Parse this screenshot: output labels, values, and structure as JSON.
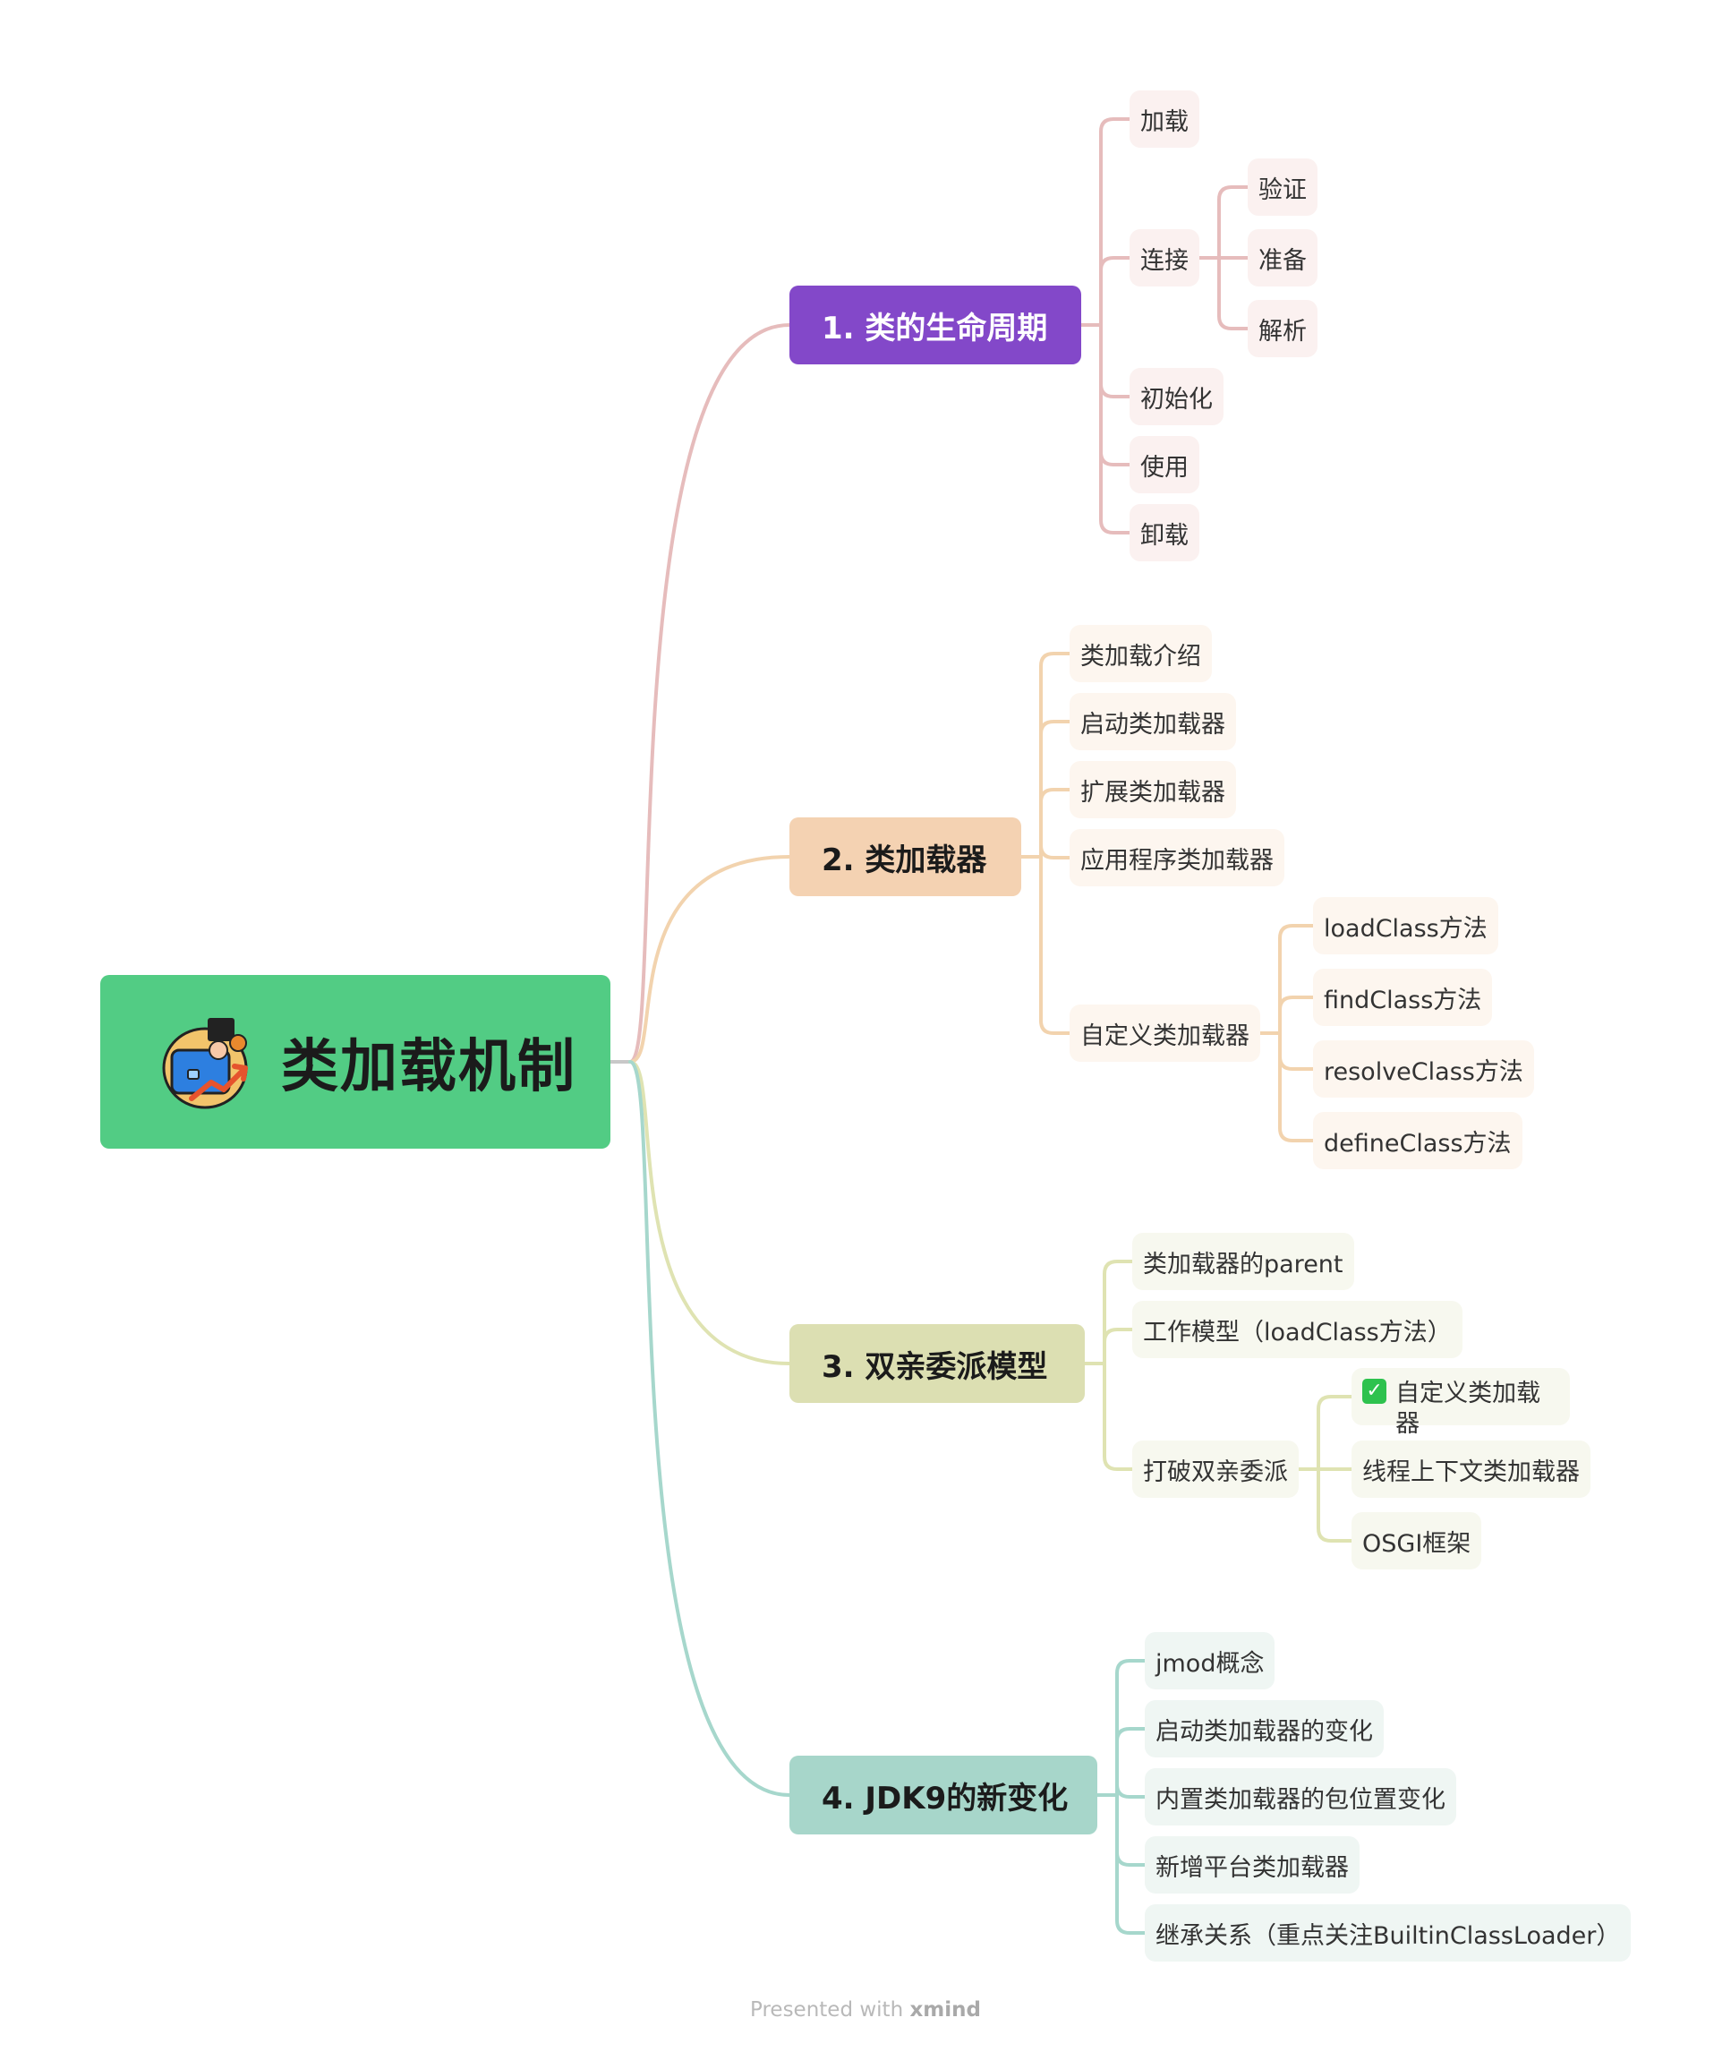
{
  "root": {
    "label": "类加载机制",
    "color": "#52cc84",
    "icon": "briefcase-growth-icon"
  },
  "branches": [
    {
      "label": "1. 类的生命周期",
      "bg": "#8348c9",
      "text_color": "#ffffff",
      "line_color": "#e6bcbc",
      "child_bg": "#fbf1f0",
      "children": [
        {
          "label": "加载"
        },
        {
          "label": "连接",
          "children": [
            {
              "label": "验证"
            },
            {
              "label": "准备"
            },
            {
              "label": "解析"
            }
          ]
        },
        {
          "label": "初始化"
        },
        {
          "label": "使用"
        },
        {
          "label": "卸载"
        }
      ]
    },
    {
      "label": "2. 类加载器",
      "bg": "#f4d2b2",
      "text_color": "#1b1b1b",
      "line_color": "#f2d3ae",
      "child_bg": "#fdf6ef",
      "children": [
        {
          "label": "类加载介绍"
        },
        {
          "label": "启动类加载器"
        },
        {
          "label": "扩展类加载器"
        },
        {
          "label": "应用程序类加载器"
        },
        {
          "label": "自定义类加载器",
          "children": [
            {
              "label": "loadClass方法"
            },
            {
              "label": "findClass方法"
            },
            {
              "label": "resolveClass方法"
            },
            {
              "label": "defineClass方法"
            }
          ]
        }
      ]
    },
    {
      "label": "3. 双亲委派模型",
      "bg": "#dcdfb2",
      "text_color": "#1b1b1b",
      "line_color": "#dfe3b2",
      "child_bg": "#f7f8ef",
      "children": [
        {
          "label": "类加载器的parent"
        },
        {
          "label": "工作模型（loadClass方法）"
        },
        {
          "label": "打破双亲委派",
          "children": [
            {
              "label": "自定义类加载器",
              "check": "✓"
            },
            {
              "label": "线程上下文类加载器"
            },
            {
              "label": "OSGI框架"
            }
          ]
        }
      ]
    },
    {
      "label": "4. JDK9的新变化",
      "bg": "#a7d6ca",
      "text_color": "#1b1b1b",
      "line_color": "#a6d7cc",
      "child_bg": "#eff6f3",
      "children": [
        {
          "label": "jmod概念"
        },
        {
          "label": "启动类加载器的变化"
        },
        {
          "label": "内置类加载器的包位置变化"
        },
        {
          "label": "新增平台类加载器"
        },
        {
          "label": "继承关系（重点关注BuiltinClassLoader）"
        }
      ]
    }
  ],
  "footer": {
    "prefix": "Presented with",
    "brand": "xmind"
  }
}
